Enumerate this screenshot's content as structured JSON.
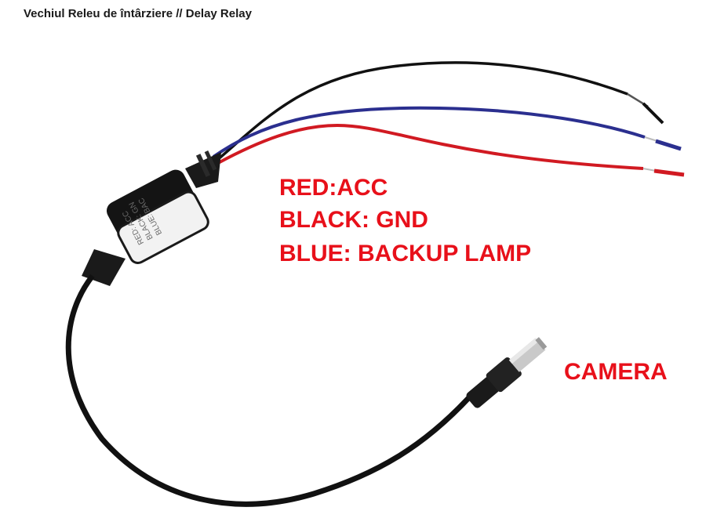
{
  "title": "Vechiul Releu de întârziere // Delay Relay",
  "labels": {
    "red": "RED:ACC",
    "black": "BLACK: GND",
    "blue": "BLUE: BACKUP LAMP",
    "camera": "CAMERA"
  },
  "relay_box_print": {
    "line1": "RED: ACC",
    "line2": "BLACK: GN",
    "line3": "BLUE: BAC"
  },
  "colors": {
    "label": "#e8101a",
    "wire_red": "#d11a22",
    "wire_blue": "#2b2f8f",
    "wire_black": "#111111"
  }
}
